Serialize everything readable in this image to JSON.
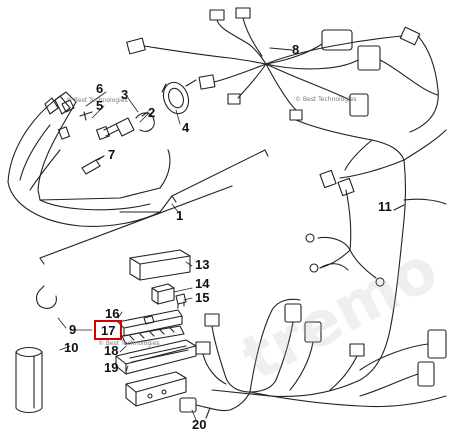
{
  "callouts": {
    "c1": "1",
    "c2": "2",
    "c3": "3",
    "c4": "4",
    "c5": "5",
    "c6": "6",
    "c7": "7",
    "c8": "8",
    "c9": "9",
    "c10": "10",
    "c11": "11",
    "c13": "13",
    "c14": "14",
    "c15": "15",
    "c16": "16",
    "c17": "17",
    "c18": "18",
    "c19": "19",
    "c20": "20"
  },
  "highlighted_part": "17",
  "highlight_color": "#d40000",
  "watermark": {
    "small_text": "© Best Technologies",
    "big_text": "tremo"
  }
}
